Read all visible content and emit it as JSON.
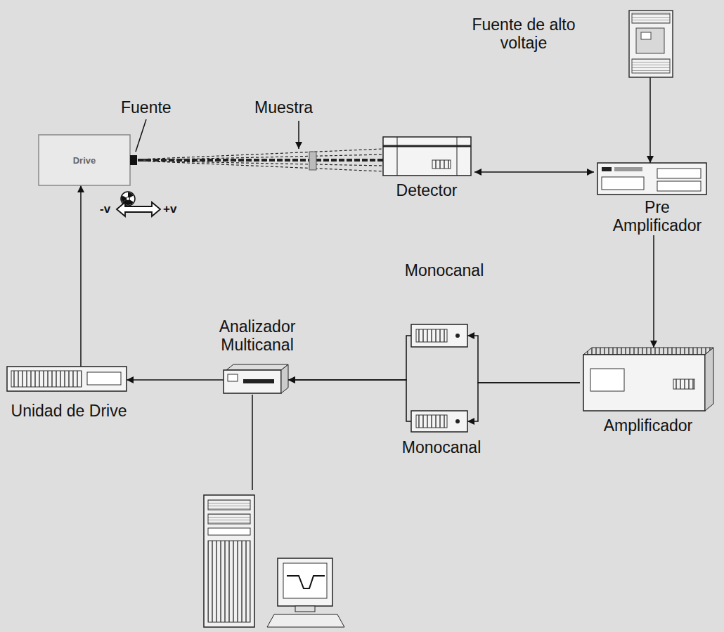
{
  "diagram": {
    "nodes": [
      {
        "text": [
          "Fuente de alto voltaje"
        ]
      },
      {
        "text": [
          "Drive"
        ]
      },
      {
        "text": [
          "Detector"
        ]
      },
      {
        "text": [
          "Pre Amplificador"
        ]
      },
      {
        "text": [
          "Analizador Multicanal"
        ]
      },
      {
        "text": [
          "Monocanal"
        ]
      },
      {
        "text": [
          "Unidad de Drive"
        ]
      },
      {
        "text": [
          "Amplificador"
        ]
      },
      {
        "text": [
          "Monocanal"
        ]
      }
    ],
    "edges": [
      {
        "from": 0,
        "to": 3,
        "arrow": "to"
      },
      {
        "from": 2,
        "to": 3,
        "arrow": "both"
      },
      {
        "from": 3,
        "to": 7,
        "arrow": "to"
      },
      {
        "from": 7,
        "to": 5,
        "arrow": "to"
      },
      {
        "from": 7,
        "to": 8,
        "arrow": "to"
      },
      {
        "from": 5,
        "to": 4,
        "arrow": "to"
      },
      {
        "from": 8,
        "to": 4,
        "arrow": "to"
      },
      {
        "from": 4,
        "to": 6,
        "arrow": "to"
      },
      {
        "from": 6,
        "to": 1,
        "arrow": "to"
      }
    ],
    "labels": [
      "Fuente",
      "Muestra",
      "-v",
      "+v"
    ]
  }
}
